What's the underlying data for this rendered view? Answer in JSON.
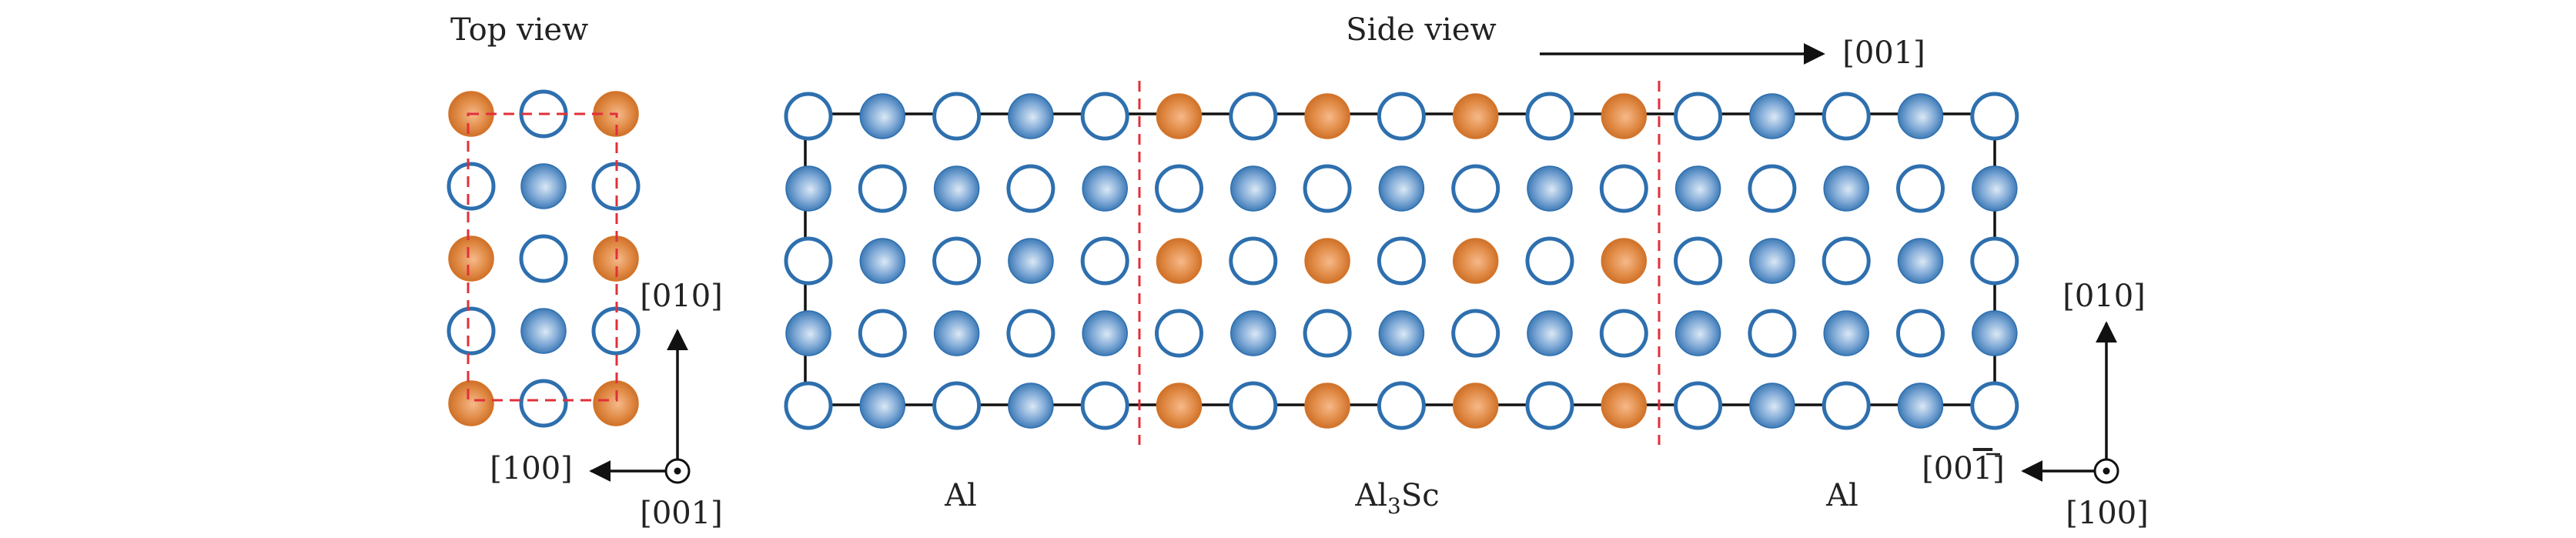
{
  "labels": {
    "top_view": "Top view",
    "side_view": "Side view",
    "side_direction": "[001]",
    "top_axis_up": "[010]",
    "top_axis_left": "[100]",
    "top_axis_out": "[001]",
    "side_axis_up": "[010]",
    "side_axis_left": "[00",
    "side_axis_left_digit": "1",
    "side_axis_left_close": "]",
    "side_axis_out": "[100]",
    "region_al_left": "Al",
    "region_al3sc_base": "Al",
    "region_al3sc_sub": "3",
    "region_al3sc_tail": "Sc",
    "region_al_right": "Al"
  },
  "colors": {
    "al_blue": "#2e6fae",
    "al_blue_light": "#c7dcef",
    "sc_orange": "#d4752a",
    "sc_orange_light": "#f0a56a",
    "red_dashed": "#e0303a",
    "black": "#111111"
  },
  "atom_legend": {
    "O": "Al (open ring)",
    "B": "Al (filled blue)",
    "S": "Sc (filled orange)"
  },
  "top_view_grid": [
    "SOS",
    "OBO",
    "SOS",
    "OBO",
    "SOS"
  ],
  "side_view_grid": [
    "OBOBOSOSOSOSOBOBO",
    "BOBOBOBOBOBOBOBOB",
    "OBOBOSOSOSOSOBOBO",
    "BOBOBOBOBOBOBOBOB",
    "OBOBOSOSOSOSOBOBO"
  ]
}
